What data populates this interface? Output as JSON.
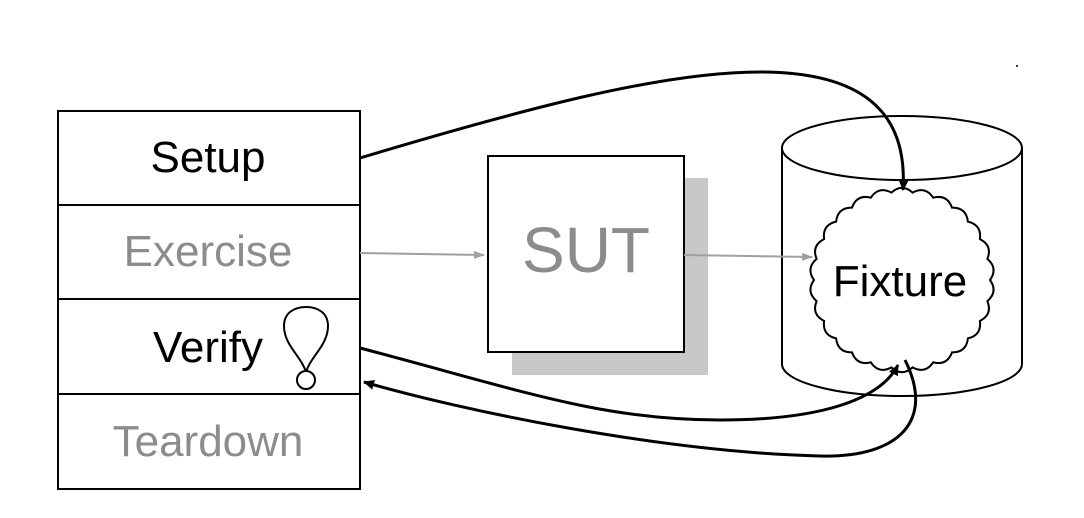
{
  "phases": [
    {
      "label": "Setup",
      "color": "#000000"
    },
    {
      "label": "Exercise",
      "color": "#8c8c8c"
    },
    {
      "label": "Verify",
      "color": "#000000"
    },
    {
      "label": "Teardown",
      "color": "#8c8c8c"
    }
  ],
  "sut": {
    "label": "SUT",
    "color": "#8c8c8c",
    "shadow_color": "#c8c8c8"
  },
  "fixture": {
    "label": "Fixture",
    "color": "#000000"
  },
  "colors": {
    "stroke": "#000000",
    "muted_stroke": "#a0a0a0"
  },
  "icons": [
    "lightbulb-icon"
  ]
}
